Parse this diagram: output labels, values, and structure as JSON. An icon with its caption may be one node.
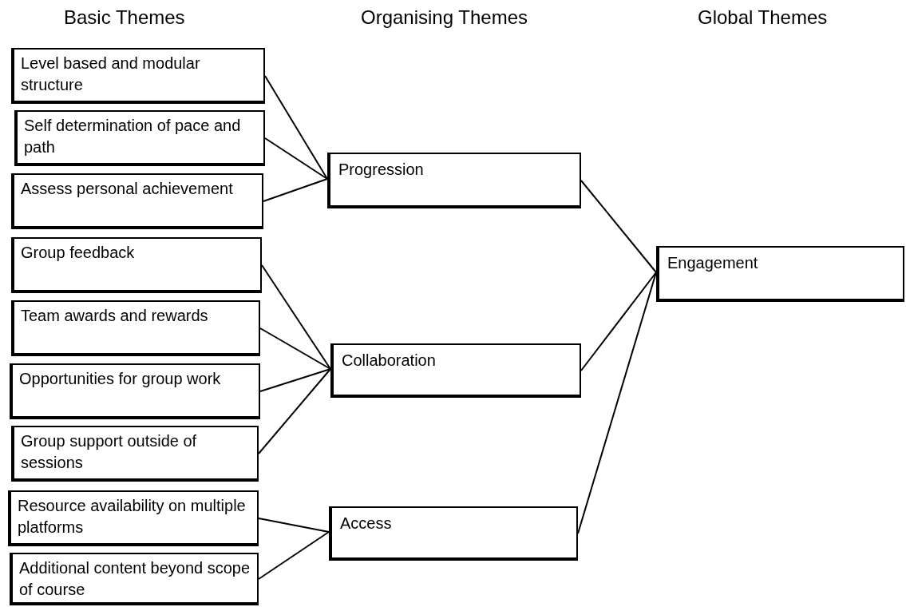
{
  "diagram": {
    "nodes": [
      {
        "text": [
          "Level based and modular structure"
        ]
      },
      {
        "text": [
          "Self determination of pace and path"
        ]
      },
      {
        "text": [
          "Assess personal achievement"
        ]
      },
      {
        "text": [
          "Group feedback"
        ]
      },
      {
        "text": [
          "Team awards and rewards"
        ]
      },
      {
        "text": [
          "Opportunities for group work"
        ]
      },
      {
        "text": [
          "Group support outside of sessions"
        ]
      },
      {
        "text": [
          "Resource availability on multiple platforms"
        ]
      },
      {
        "text": [
          "Additional content beyond scope of course"
        ]
      },
      {
        "text": [
          "Progression"
        ]
      },
      {
        "text": [
          "Collaboration"
        ]
      },
      {
        "text": [
          "Access"
        ]
      },
      {
        "text": [
          "Engagement"
        ]
      }
    ],
    "edges": [
      {
        "from": 0,
        "to": 9,
        "arrow": "none"
      },
      {
        "from": 1,
        "to": 9,
        "arrow": "none"
      },
      {
        "from": 2,
        "to": 9,
        "arrow": "none"
      },
      {
        "from": 3,
        "to": 10,
        "arrow": "none"
      },
      {
        "from": 4,
        "to": 10,
        "arrow": "none"
      },
      {
        "from": 5,
        "to": 10,
        "arrow": "none"
      },
      {
        "from": 6,
        "to": 10,
        "arrow": "none"
      },
      {
        "from": 7,
        "to": 11,
        "arrow": "none"
      },
      {
        "from": 8,
        "to": 11,
        "arrow": "none"
      },
      {
        "from": 9,
        "to": 12,
        "arrow": "none"
      },
      {
        "from": 10,
        "to": 12,
        "arrow": "none"
      },
      {
        "from": 11,
        "to": 12,
        "arrow": "none"
      }
    ],
    "labels": [
      "Basic Themes",
      "Organising Themes",
      "Global Themes"
    ]
  }
}
